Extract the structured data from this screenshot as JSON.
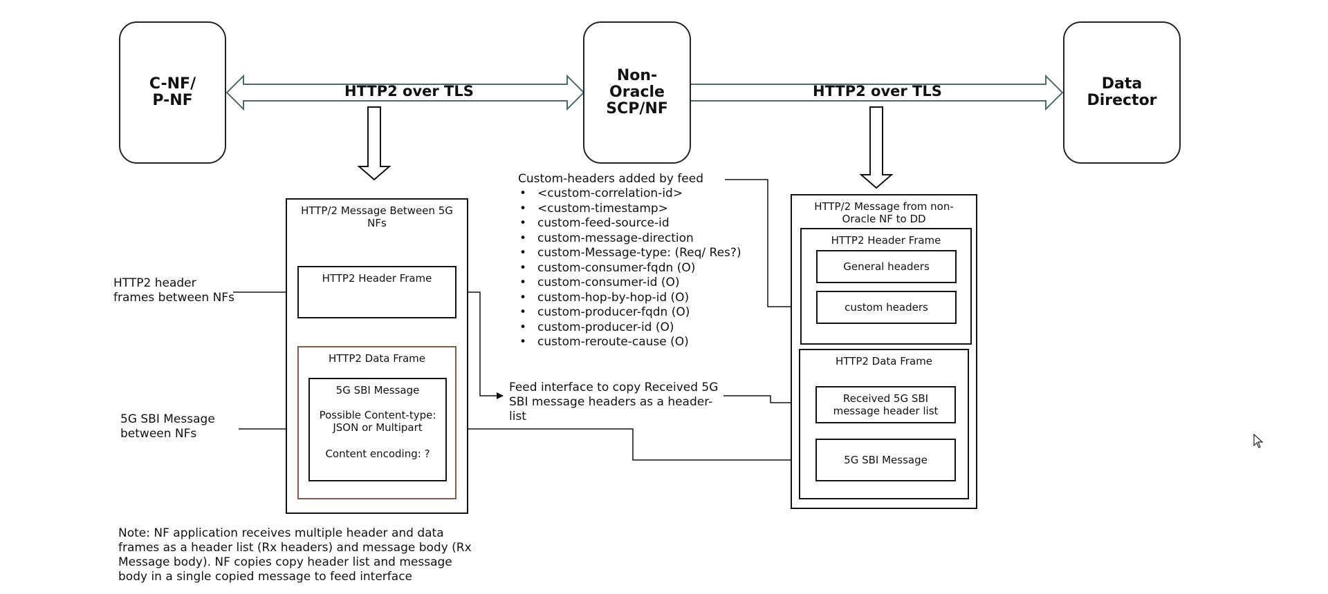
{
  "nodes": {
    "cnf": "C-NF/\nP-NF",
    "scp": "Non-\nOracle\nSCP/NF",
    "dd": "Data\nDirector"
  },
  "links": {
    "left": "HTTP2 over TLS",
    "right": "HTTP2 over TLS"
  },
  "left_box": {
    "title": "HTTP/2 Message Between 5G NFs",
    "header_frame": "HTTP2 Header Frame",
    "data_frame": "HTTP2 Data Frame",
    "sbi_title": "5G SBI Message",
    "content_type": "Possible Content-type: JSON or Multipart",
    "encoding": "Content encoding: ?"
  },
  "left_labels": {
    "header_frames": "HTTP2 header frames between NFs",
    "sbi_message": "5G SBI Message between NFs"
  },
  "custom_headers": {
    "title": "Custom-headers added by feed",
    "items": [
      "<custom-correlation-id>",
      "<custom-timestamp>",
      "custom-feed-source-id",
      "custom-message-direction",
      "custom-Message-type: (Req/ Res?)",
      "custom-consumer-fqdn (O)",
      "custom-consumer-id (O)",
      "custom-hop-by-hop-id (O)",
      "custom-producer-fqdn (O)",
      "custom-producer-id (O)",
      "custom-reroute-cause (O)"
    ]
  },
  "feed_label": "Feed interface to copy Received 5G SBI message headers as a header-list",
  "right_box": {
    "title": "HTTP/2 Message from non-Oracle NF to DD",
    "header_frame": "HTTP2 Header Frame",
    "general_headers": "General headers",
    "custom_headers": "custom headers",
    "data_frame": "HTTP2 Data Frame",
    "received_list": "Received 5G SBI message header list",
    "sbi_message": "5G SBI Message"
  },
  "note": "Note: NF application receives multiple header and data frames as a header list (Rx headers) and message body (Rx Message body). NF copies copy header list and message body in a single copied message to feed interface",
  "colors": {
    "link_stroke": "#4a6b6b",
    "frame_brown": "#8a5a44"
  }
}
